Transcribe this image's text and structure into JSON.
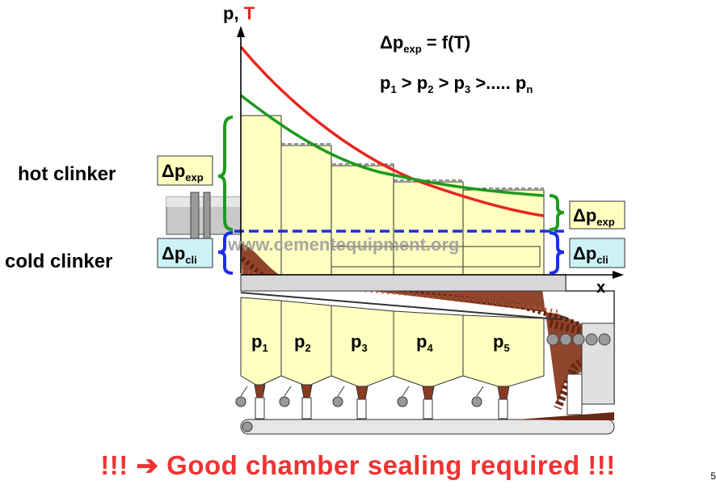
{
  "axis": {
    "y_label_p": "p",
    "y_label_sep": ", ",
    "y_label_t": "T",
    "x_label": "x"
  },
  "formula": {
    "delta": "Δp",
    "sub_exp": "exp",
    "rest": " =  f(T)"
  },
  "order": {
    "p1": "p",
    "s1": "1",
    "g1": " > ",
    "p2": "p",
    "s2": "2",
    "g2": " > ",
    "p3": "p",
    "s3": "3",
    "g3": " >..... ",
    "pn": "p",
    "sn": "n"
  },
  "labels": {
    "hot_clinker": "hot clinker",
    "cold_clinker": "cold clinker"
  },
  "boxes": {
    "left_exp": {
      "main": "Δp",
      "sub": "exp"
    },
    "left_cli": {
      "main": "Δp",
      "sub": "cli"
    },
    "right_exp": {
      "main": "Δp",
      "sub": "exp"
    },
    "right_cli": {
      "main": "Δp",
      "sub": "cli"
    }
  },
  "chambers": [
    {
      "main": "p",
      "sub": "1"
    },
    {
      "main": "p",
      "sub": "2"
    },
    {
      "main": "p",
      "sub": "3"
    },
    {
      "main": "p",
      "sub": "4"
    },
    {
      "main": "p",
      "sub": "5"
    }
  ],
  "watermark": "www.cementequipment.org",
  "footer": "!!! ➔ Good chamber sealing required !!!",
  "page_number": "5",
  "colors": {
    "yellow": "#ffffc0",
    "red": "#e8251f",
    "green": "#1e9a1e",
    "blue": "#1a2ee8",
    "cyan": "#ccf2f7",
    "clinker": "#8a3b22"
  }
}
